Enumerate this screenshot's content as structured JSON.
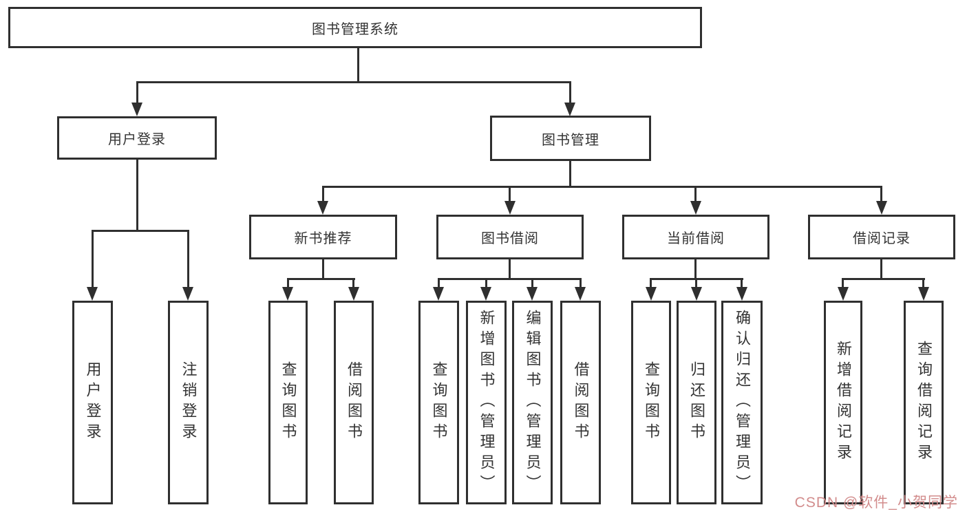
{
  "tree": {
    "root": {
      "label": "图书管理系统"
    },
    "login": {
      "label": "用户登录",
      "children": [
        {
          "label": "用户登录"
        },
        {
          "label": "注销登录"
        }
      ]
    },
    "mgmt": {
      "label": "图书管理",
      "children": [
        {
          "label": "新书推荐",
          "children": [
            {
              "label": "查询图书"
            },
            {
              "label": "借阅图书"
            }
          ]
        },
        {
          "label": "图书借阅",
          "children": [
            {
              "label": "查询图书"
            },
            {
              "label": "新增图书（管理员）"
            },
            {
              "label": "编辑图书（管理员）"
            },
            {
              "label": "借阅图书"
            }
          ]
        },
        {
          "label": "当前借阅",
          "children": [
            {
              "label": "查询图书"
            },
            {
              "label": "归还图书"
            },
            {
              "label": "确认归还（管理员）"
            }
          ]
        },
        {
          "label": "借阅记录",
          "children": [
            {
              "label": "新增借阅记录"
            },
            {
              "label": "查询借阅记录"
            }
          ]
        }
      ]
    }
  },
  "watermark": {
    "text": "CSDN @软件_小贺同学"
  },
  "colors": {
    "line": "#2f2f2f",
    "text": "#333333",
    "background": "#ffffff",
    "watermark": "#d28c8c"
  }
}
